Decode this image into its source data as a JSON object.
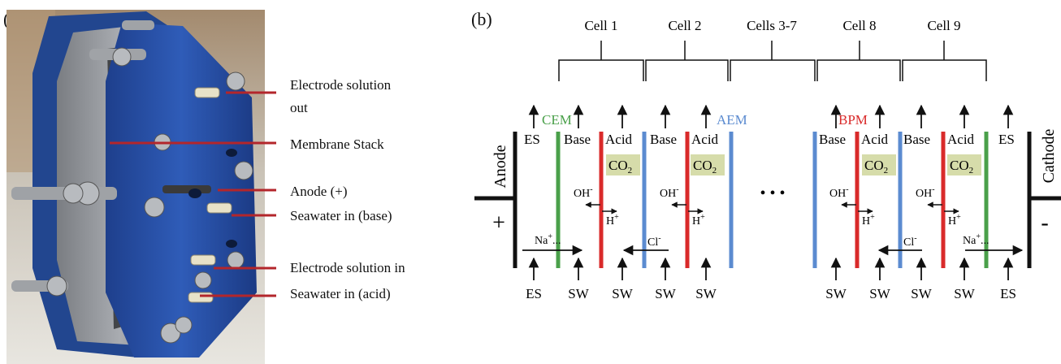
{
  "panel_a": {
    "label": "(a)",
    "callouts": [
      "Electrode solution\nout",
      "Membrane Stack",
      "Anode (+)",
      "Seawater in (base)",
      "Electrode solution in",
      "Seawater in (acid)"
    ]
  },
  "panel_b": {
    "label": "(b)",
    "cells": [
      "Cell 1",
      "Cell 2",
      "Cells 3-7",
      "Cell 8",
      "Cell 9"
    ],
    "membranes": {
      "cem": "CEM",
      "aem": "AEM",
      "bpm": "BPM"
    },
    "compartments": {
      "es": "ES",
      "base": "Base",
      "acid": "Acid"
    },
    "electrodes": {
      "anode": "Anode",
      "cathode": "Cathode",
      "plus": "+",
      "minus": "-"
    },
    "species": {
      "co2": "CO",
      "co2_sub": "2",
      "oh": "OH",
      "oh_sup": "-",
      "h": "H",
      "h_sup": "+",
      "na": "Na",
      "na_sup": "+",
      "na_suffix": "...",
      "cl": "Cl",
      "cl_sup": "-"
    },
    "ellipsis": "• • •",
    "inlets": {
      "es": "ES",
      "sw": "SW"
    }
  },
  "colors": {
    "cem": "#4aa04a",
    "aem": "#5b8bd0",
    "bpm": "#d92a2a",
    "co2_box": "#d6dcaa",
    "callout_line": "#b3262b",
    "electrode": "#111111"
  }
}
